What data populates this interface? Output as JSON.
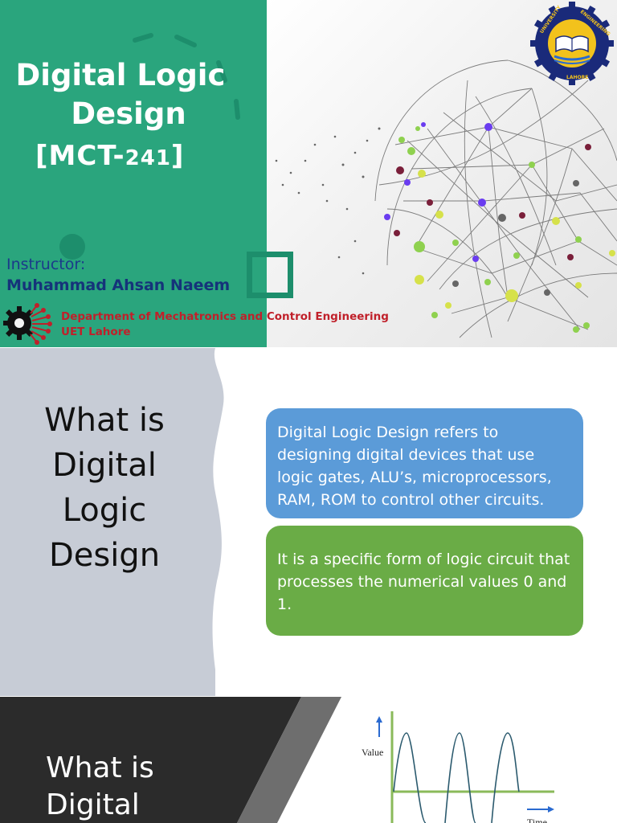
{
  "slide1": {
    "title_line1": "Digital Logic",
    "title_line2": "Design",
    "course_open": "[MCT-",
    "course_num": "241",
    "course_close": "]",
    "instructor_label": "Instructor:",
    "instructor_name": "Muhammad Ahsan Naeem",
    "department": "Department of Mechatronics and Control Engineering",
    "university": "UET Lahore",
    "seal_text": "UNIVERSITY OF ENGINEERING AND TECHNOLOGY LAHORE"
  },
  "slide2": {
    "heading_lines": [
      "What is",
      "Digital",
      "Logic",
      "Design"
    ],
    "card1_text": "Digital Logic Design refers to designing digital devices that use logic gates, ALU’s, microprocessors, RAM, ROM to control other circuits.",
    "card2_text": "It is a specific form of logic circuit that processes the numerical values 0 and 1."
  },
  "slide3": {
    "heading_lines": [
      "What is",
      "Digital"
    ],
    "value_label": "Value",
    "time_label": "Time"
  },
  "colors": {
    "green_panel": "#2aa57d",
    "card_blue": "#5b9bd8",
    "card_green": "#6aac46",
    "dept_red": "#c0202a"
  }
}
